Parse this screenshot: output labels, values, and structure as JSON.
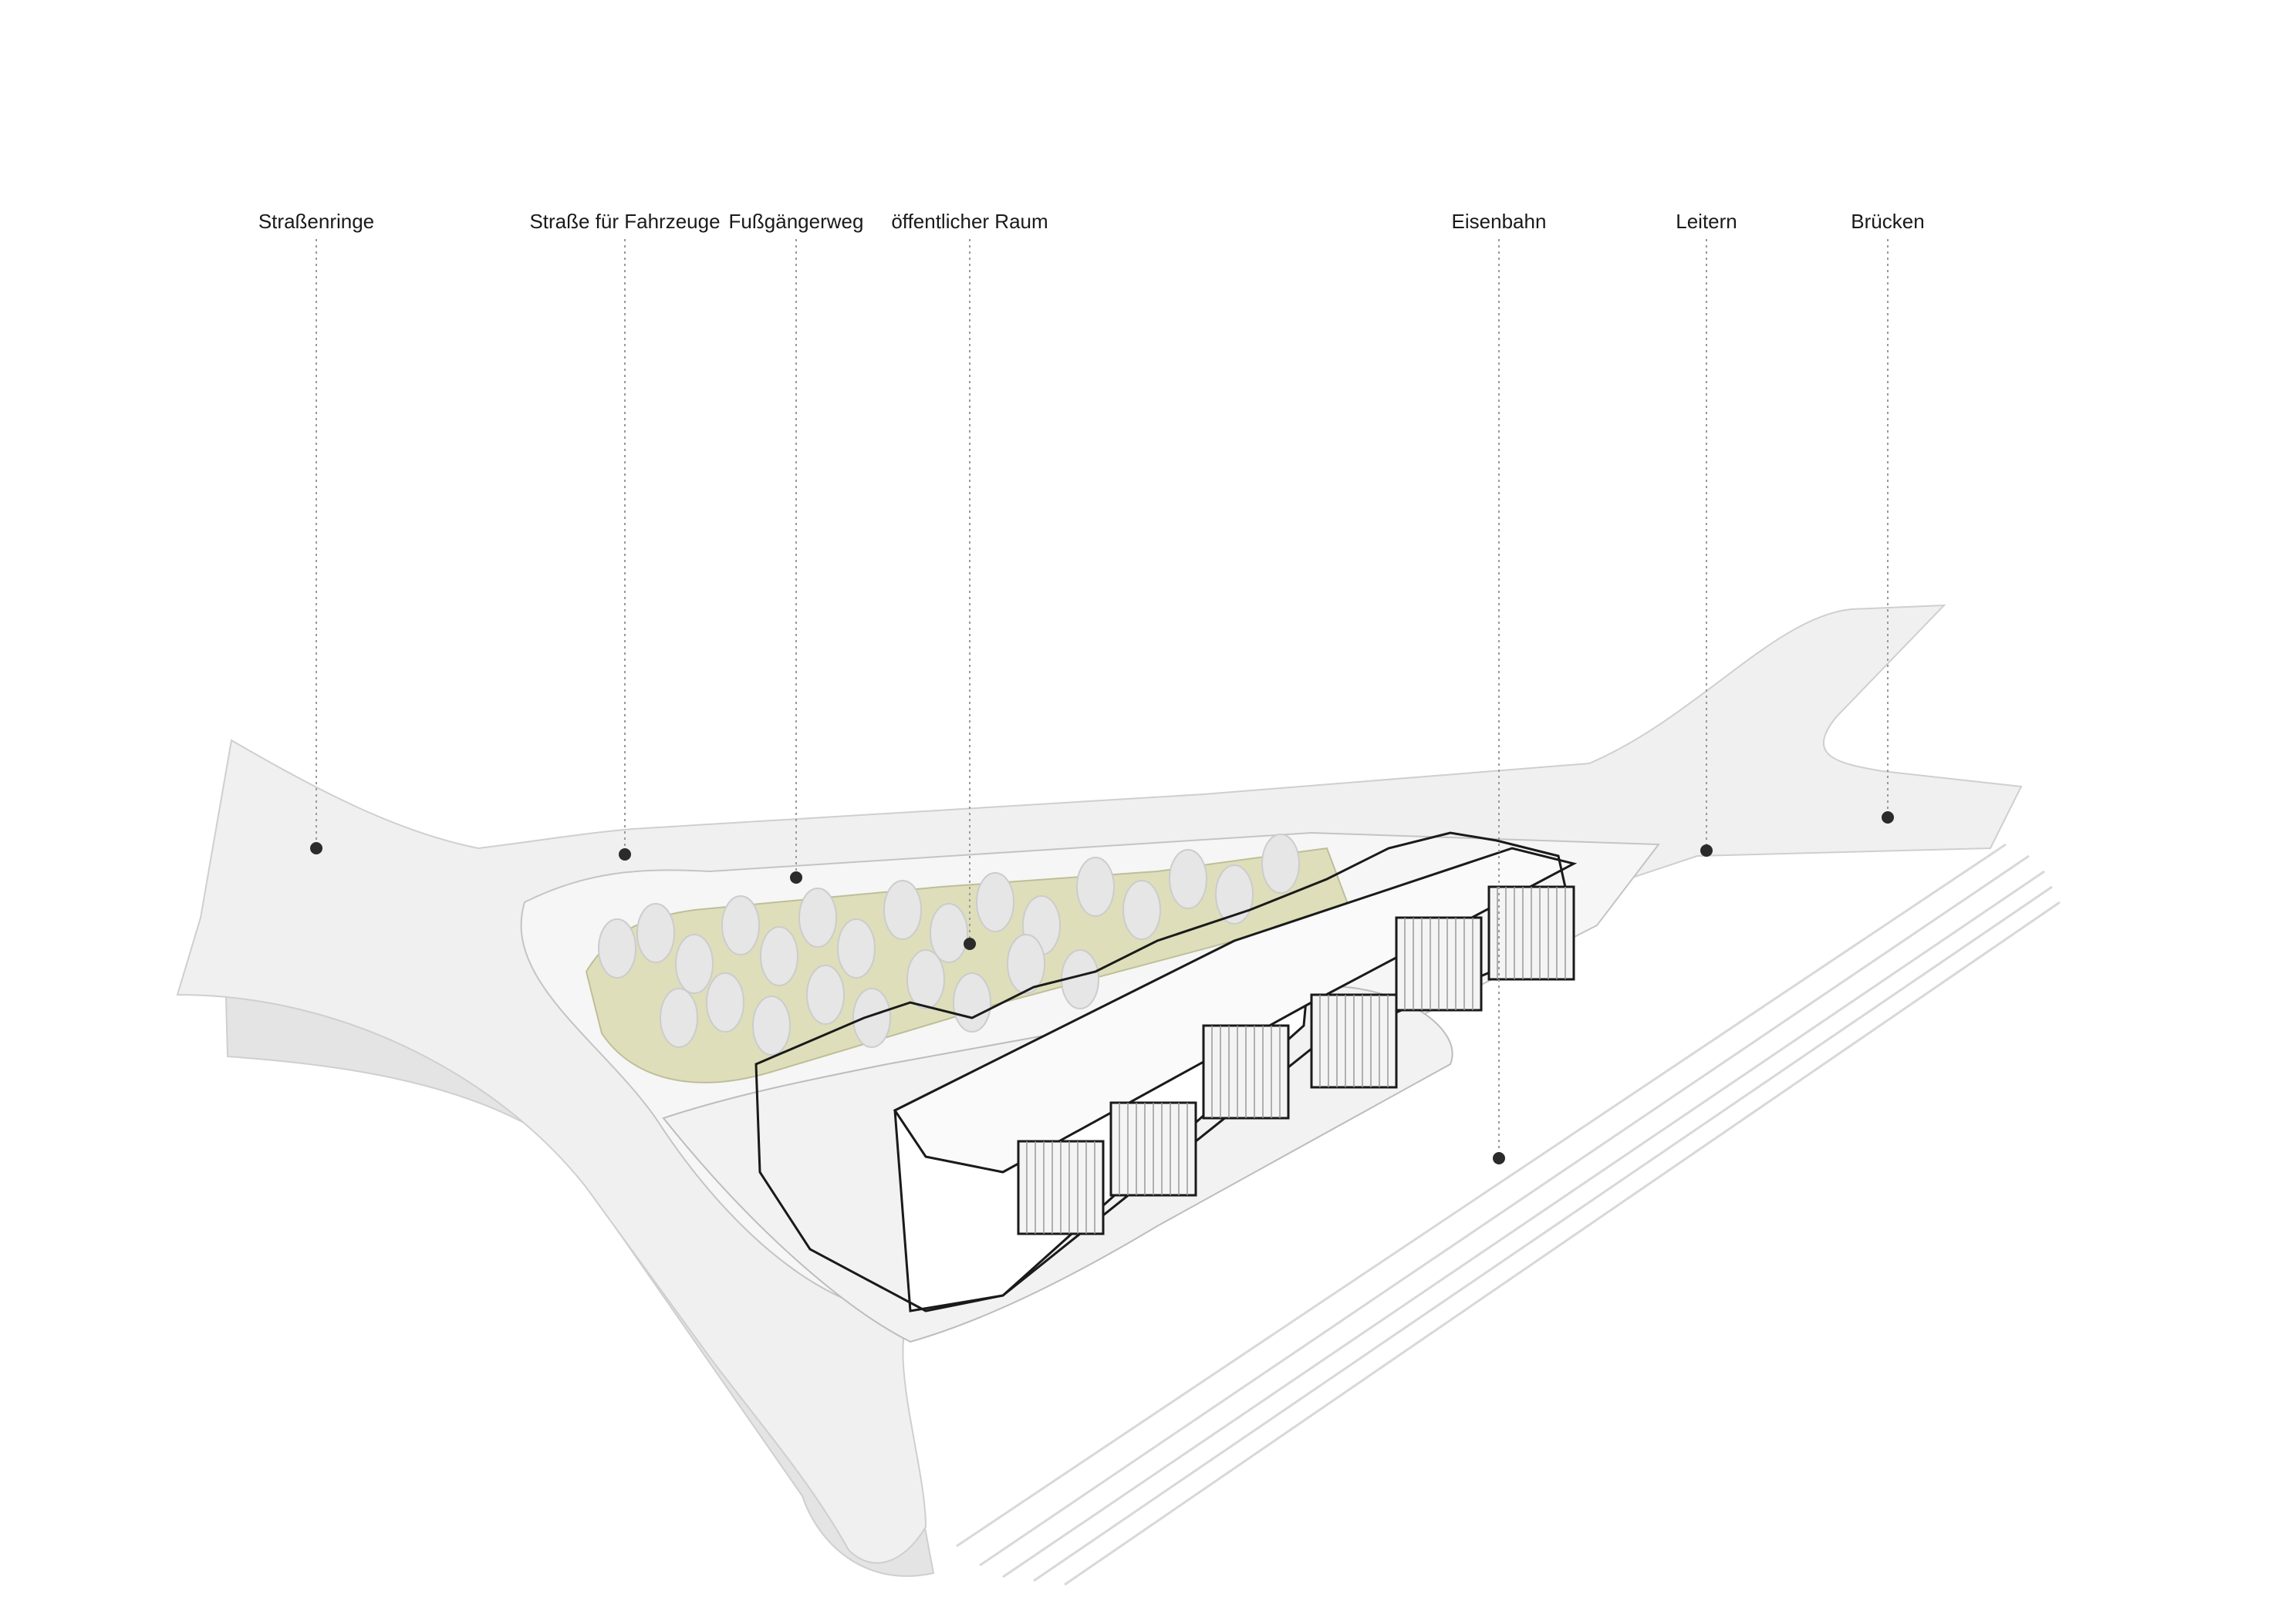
{
  "labels": [
    {
      "id": "strassenringe",
      "text": "Straßenringe"
    },
    {
      "id": "strasse-fahrzeuge",
      "text": "Straße für Fahrzeuge"
    },
    {
      "id": "fussgaengerweg",
      "text": "Fußgängerweg"
    },
    {
      "id": "oeffentlicher-raum",
      "text": "öffentlicher Raum"
    },
    {
      "id": "eisenbahn",
      "text": "Eisenbahn"
    },
    {
      "id": "leitern",
      "text": "Leitern"
    },
    {
      "id": "bruecken",
      "text": "Brücken"
    }
  ],
  "colors": {
    "ground": "#efefef",
    "ground_shadow": "#e2e2e2",
    "park": "#dcdcb4",
    "building_face": "#ffffff",
    "building_line": "#1a1a1a",
    "tree": "#e6e6e6",
    "leader": "#9a9a9a",
    "marker": "#2b2b2b"
  }
}
